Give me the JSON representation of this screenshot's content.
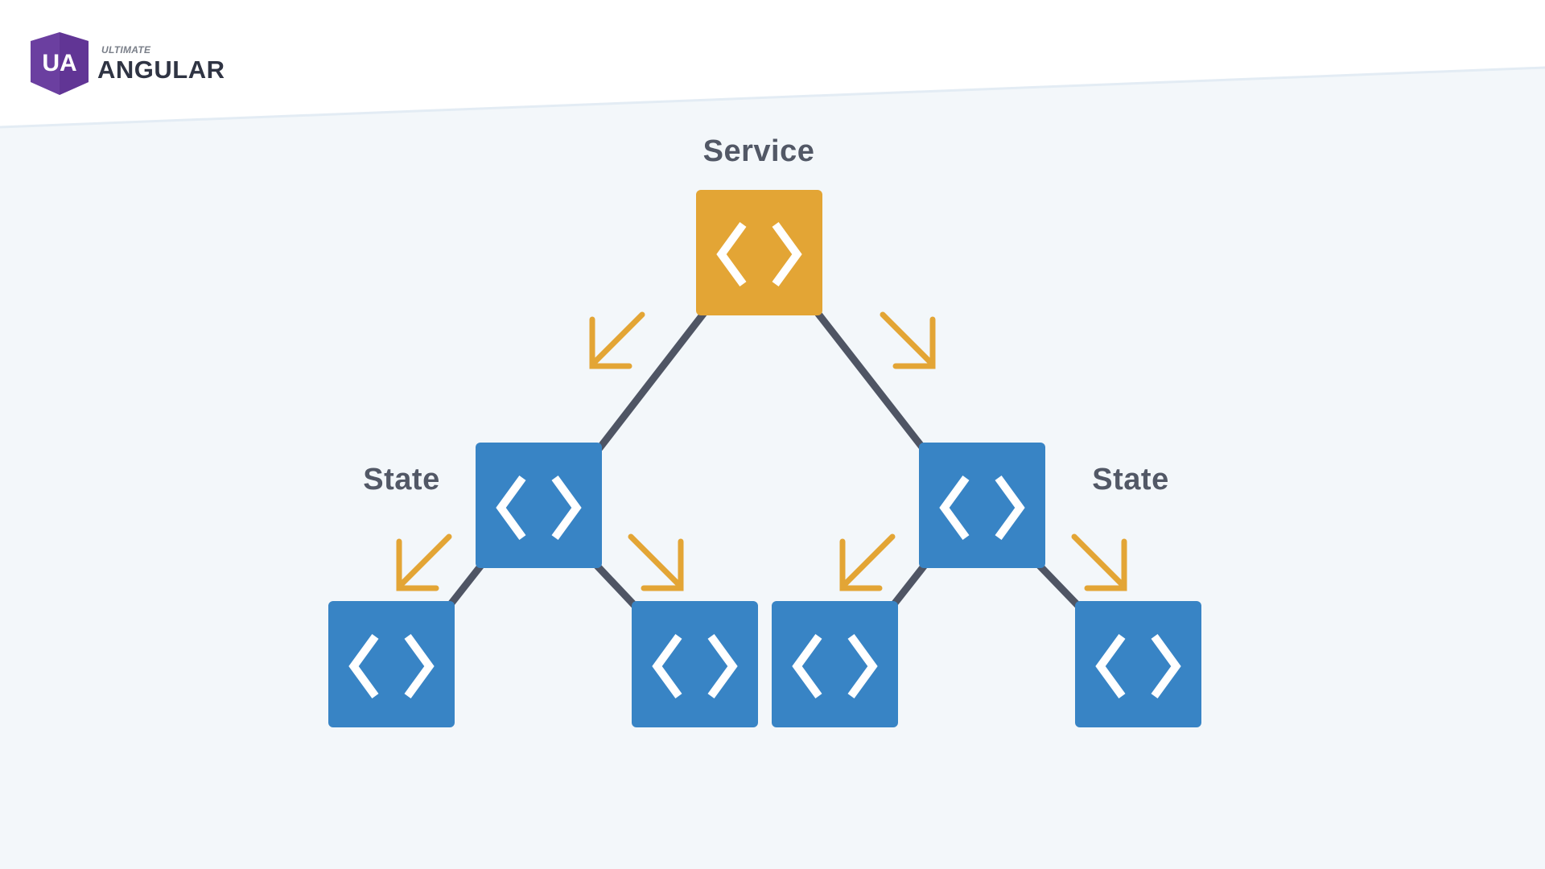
{
  "brand": {
    "small_text": "ULTIMATE",
    "name": "ANGULAR",
    "logo_initials": "UA"
  },
  "diagram": {
    "labels": {
      "root": "Service",
      "left_state": "State",
      "right_state": "State"
    },
    "nodes": [
      {
        "id": "service",
        "role": "service",
        "icon": "code-brackets-icon"
      },
      {
        "id": "left-child",
        "role": "state",
        "icon": "code-brackets-icon"
      },
      {
        "id": "right-child",
        "role": "state",
        "icon": "code-brackets-icon"
      },
      {
        "id": "left-left-leaf",
        "role": "component",
        "icon": "code-brackets-icon"
      },
      {
        "id": "left-right-leaf",
        "role": "component",
        "icon": "code-brackets-icon"
      },
      {
        "id": "right-left-leaf",
        "role": "component",
        "icon": "code-brackets-icon"
      },
      {
        "id": "right-right-leaf",
        "role": "component",
        "icon": "code-brackets-icon"
      }
    ],
    "edges": [
      {
        "from": "service",
        "to": "left-child"
      },
      {
        "from": "service",
        "to": "right-child"
      },
      {
        "from": "left-child",
        "to": "left-left-leaf"
      },
      {
        "from": "left-child",
        "to": "left-right-leaf"
      },
      {
        "from": "right-child",
        "to": "right-left-leaf"
      },
      {
        "from": "right-child",
        "to": "right-right-leaf"
      }
    ]
  },
  "colors": {
    "service": "#e3a535",
    "component": "#3884c5",
    "connector": "#4f5564",
    "arrow": "#e3a535",
    "logo": "#6b3fa0",
    "background": "#f3f7fa"
  }
}
